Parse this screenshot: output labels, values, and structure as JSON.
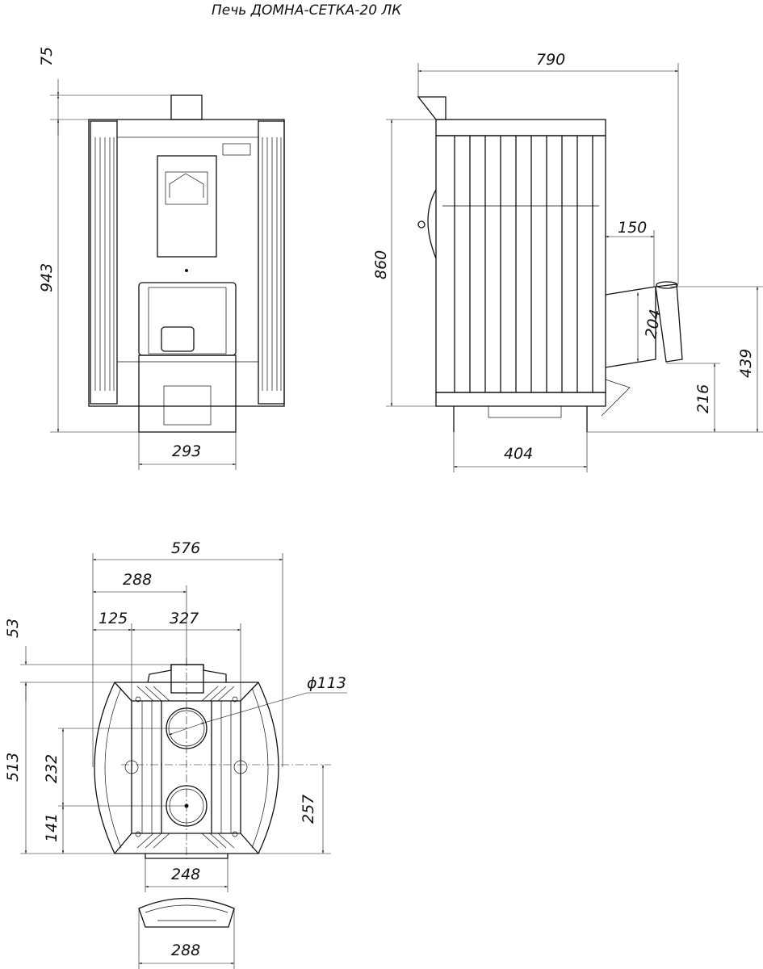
{
  "title": "Печь ДОМНА-СЕТКА-20 ЛК",
  "front_view": {
    "dims": {
      "chimney_height": "75",
      "total_height": "943",
      "ash_box_width": "293"
    }
  },
  "side_view": {
    "dims": {
      "total_depth": "790",
      "body_height": "860",
      "flue_offset": "150",
      "flue_diameter": "204",
      "flue_height_top": "439",
      "flue_height_bottom": "216",
      "leg_span": "404"
    }
  },
  "top_view": {
    "dims": {
      "width": "576",
      "half_width": "288",
      "edge_to_axis": "125",
      "axis_span": "327",
      "chimney_offset": "53",
      "depth": "513",
      "hole_spacing": "232",
      "hole_to_edge": "141",
      "axis_to_back": "257",
      "hole_diameter": "ϕ113",
      "door_width": "248",
      "handle_width": "288"
    }
  }
}
